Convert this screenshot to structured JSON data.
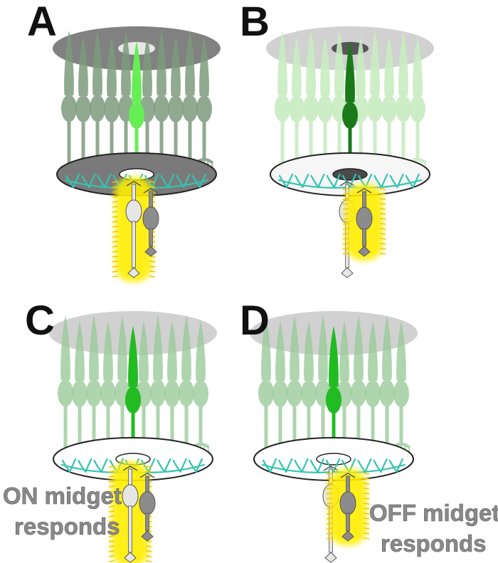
{
  "figure": {
    "panels": [
      {
        "letter": "A",
        "stimulus": "light spot in center",
        "center_cone_state": "bright",
        "responding_cell": "ON",
        "annotation": []
      },
      {
        "letter": "B",
        "stimulus": "dark spot in center",
        "center_cone_state": "dark",
        "responding_cell": "OFF",
        "annotation": []
      },
      {
        "letter": "C",
        "stimulus": "",
        "center_cone_state": "medium",
        "responding_cell": "ON",
        "annotation": [
          "ON midget",
          "responds"
        ]
      },
      {
        "letter": "D",
        "stimulus": "",
        "center_cone_state": "medium",
        "responding_cell": "OFF",
        "annotation": [
          "OFF midget",
          "responds"
        ]
      }
    ],
    "colors": {
      "surround_cone": "#7d9b7d",
      "surround_cone_pale": "#c8ecc0",
      "center_cone_bright": "#66ee55",
      "center_cone_dark": "#1a7a1a",
      "center_cone_medium": "#22bb22",
      "horizontal_cell": "#33c4b0",
      "disc_dark": "#7a7a7a",
      "disc_light": "#cfcfcf",
      "glow": "#ffee00",
      "glow_edge": "#f3c300",
      "on_bipolar": "#e6e6e6",
      "off_bipolar": "#8c8c8c"
    }
  }
}
